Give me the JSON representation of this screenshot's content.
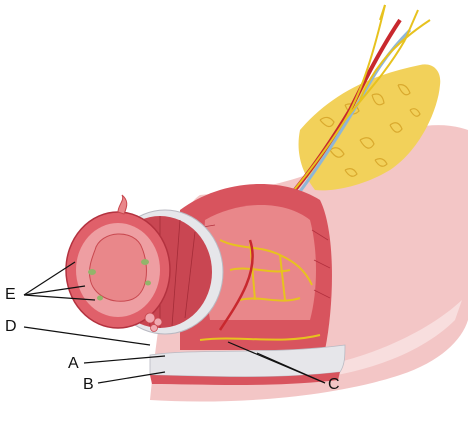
{
  "labels": {
    "A": "A",
    "B": "B",
    "C": "C",
    "D": "D",
    "E": "E"
  },
  "colors": {
    "background": "#ffffff",
    "tissue_outer": "#f3c6c6",
    "muscle": "#d8545e",
    "muscle_dark": "#b3323f",
    "mucosa": "#e9878a",
    "serosa": "#e6e6ea",
    "fat": "#f2d15a",
    "nerve": "#e7c21e",
    "artery": "#c8282e",
    "vein": "#8fb6d6",
    "leader_line": "#111111"
  }
}
